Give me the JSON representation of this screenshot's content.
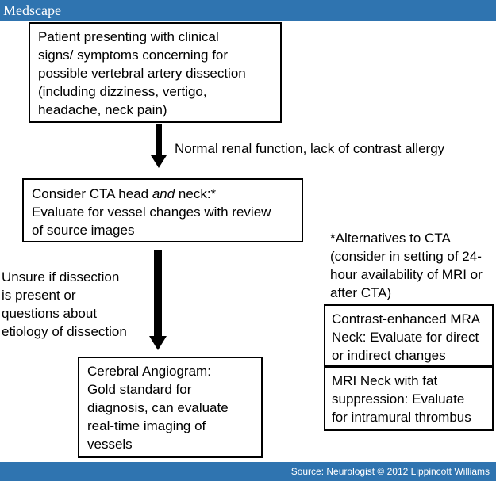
{
  "header": {
    "logo": "Medscape"
  },
  "footer": {
    "source": "Source: Neurologist © 2012 Lippincott Williams"
  },
  "nodes": {
    "presentation": {
      "lines": [
        "Patient presenting with clinical",
        "signs/ symptoms concerning for",
        "possible vertebral artery dissection",
        "(including dizziness, vertigo,",
        "headache, neck pain)"
      ]
    },
    "cta": {
      "line1_prefix": "Consider CTA head ",
      "line1_em": "and",
      "line1_suffix": " neck:*",
      "lines_rest": [
        "Evaluate for vessel changes with review",
        "of source images"
      ]
    },
    "angiogram": {
      "lines": [
        "Cerebral Angiogram:",
        "Gold standard for",
        "diagnosis, can evaluate",
        "real-time imaging of",
        "vessels"
      ]
    },
    "alternatives_title": {
      "lines": [
        "*Alternatives to CTA",
        "(consider in setting of 24-",
        "hour availability of MRI or",
        "after CTA)"
      ]
    },
    "mra": {
      "lines": [
        "Contrast-enhanced MRA",
        "Neck: Evaluate for direct",
        "or indirect changes"
      ]
    },
    "mri": {
      "lines": [
        "MRI Neck with fat",
        "suppression: Evaluate",
        "for intramural thrombus"
      ]
    }
  },
  "edges": {
    "presentation_to_cta": "Normal renal function, lack of contrast allergy",
    "cta_to_angiogram": {
      "lines": [
        "Unsure if dissection",
        "is present or",
        "questions about",
        "etiology of dissection"
      ]
    }
  },
  "colors": {
    "bar": "#2f74b0",
    "border": "#000000"
  }
}
